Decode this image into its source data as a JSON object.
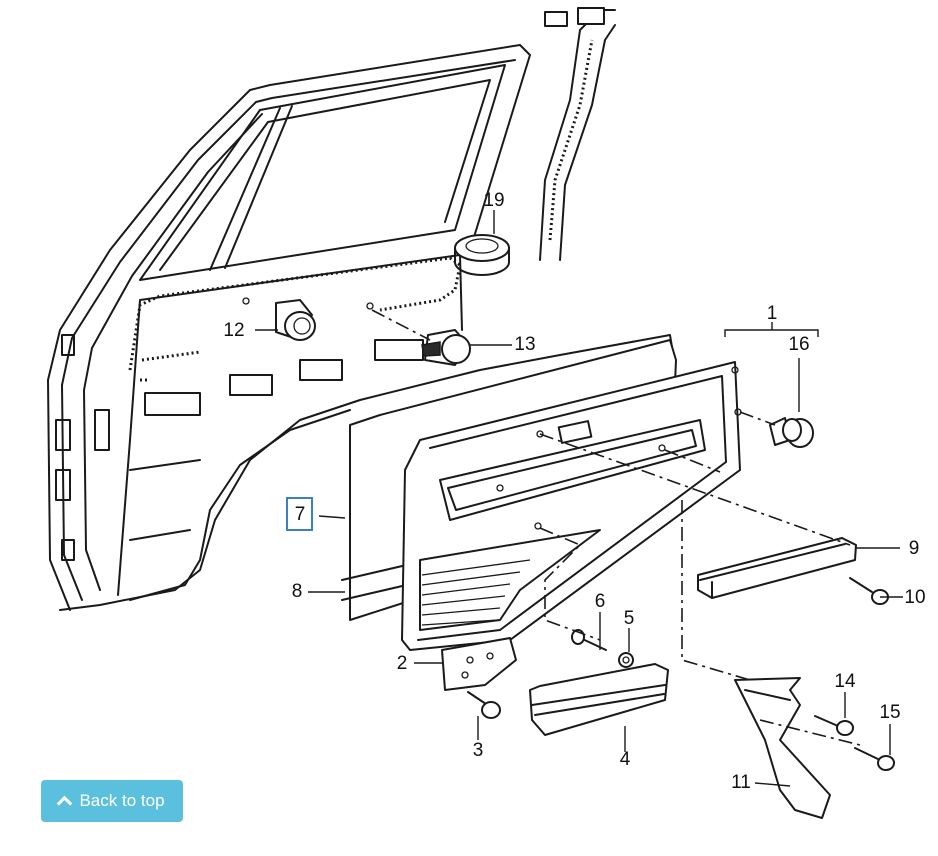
{
  "callouts": {
    "c1": "1",
    "c2": "2",
    "c3": "3",
    "c4": "4",
    "c5": "5",
    "c6": "6",
    "c7": "7",
    "c8": "8",
    "c9": "9",
    "c10": "10",
    "c11": "11",
    "c12": "12",
    "c13": "13",
    "c14": "14",
    "c15": "15",
    "c16": "16",
    "c19": "19"
  },
  "highlighted_callout": "7",
  "back_to_top": {
    "label": "Back to top",
    "icon": "chevron-up-icon"
  },
  "colors": {
    "button": "#5bc0de",
    "highlight": "#3b7fc4",
    "ink": "#1a1a1a"
  }
}
